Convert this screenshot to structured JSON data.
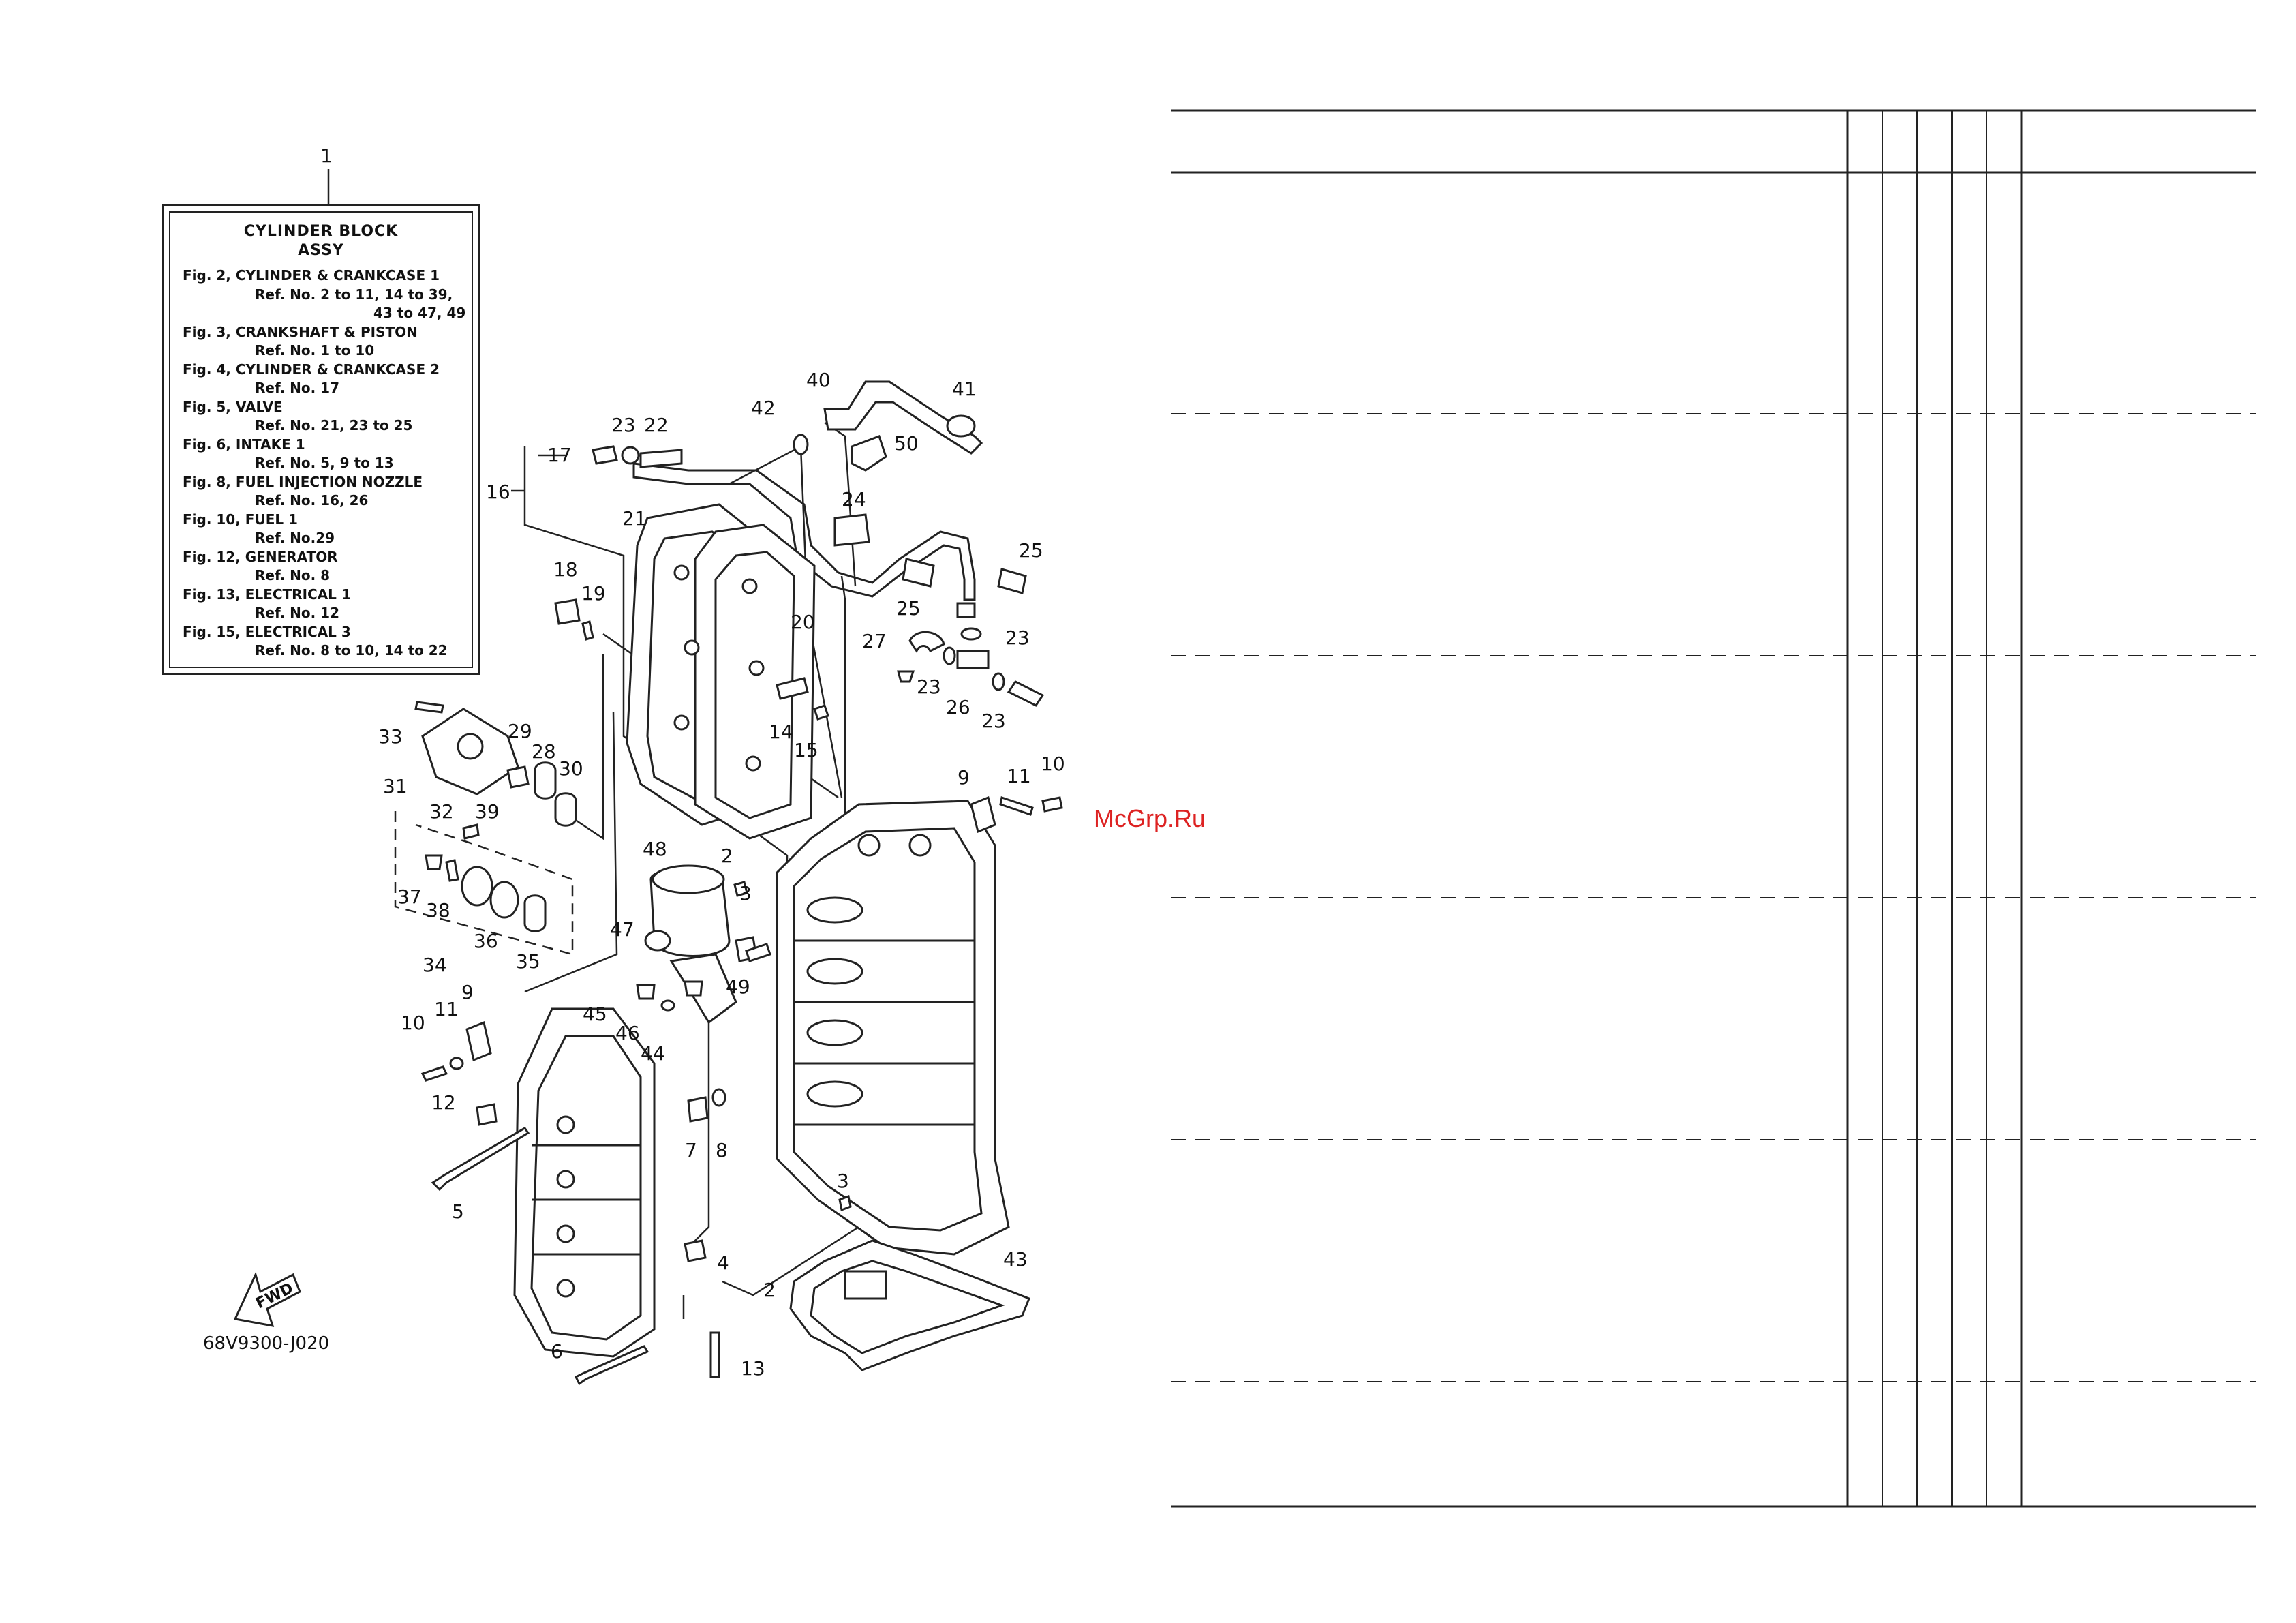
{
  "legend": {
    "ref_number": "1",
    "title_line1": "CYLINDER BLOCK",
    "title_line2": "ASSY",
    "lines": [
      {
        "text": "Fig. 2, CYLINDER & CRANKCASE 1",
        "indent": 0
      },
      {
        "text": "Ref. No. 2 to 11, 14 to 39,",
        "indent": 1
      },
      {
        "text": "43 to 47, 49",
        "indent": 2
      },
      {
        "text": "Fig. 3, CRANKSHAFT & PISTON",
        "indent": 0
      },
      {
        "text": "Ref. No. 1 to 10",
        "indent": 1
      },
      {
        "text": "Fig. 4, CYLINDER & CRANKCASE 2",
        "indent": 0
      },
      {
        "text": "Ref. No. 17",
        "indent": 1
      },
      {
        "text": "Fig. 5, VALVE",
        "indent": 0
      },
      {
        "text": "Ref. No. 21, 23 to 25",
        "indent": 1
      },
      {
        "text": "Fig. 6, INTAKE 1",
        "indent": 0
      },
      {
        "text": "Ref. No. 5, 9 to 13",
        "indent": 1
      },
      {
        "text": "Fig. 8, FUEL INJECTION NOZZLE",
        "indent": 0
      },
      {
        "text": "Ref. No. 16, 26",
        "indent": 1
      },
      {
        "text": "Fig. 10, FUEL 1",
        "indent": 0
      },
      {
        "text": "Ref. No.29",
        "indent": 1
      },
      {
        "text": "Fig. 12, GENERATOR",
        "indent": 0
      },
      {
        "text": "Ref. No. 8",
        "indent": 1
      },
      {
        "text": "Fig. 13, ELECTRICAL 1",
        "indent": 0
      },
      {
        "text": "Ref. No. 12",
        "indent": 1
      },
      {
        "text": "Fig. 15, ELECTRICAL 3",
        "indent": 0
      },
      {
        "text": "Ref. No. 8 to 10, 14 to 22",
        "indent": 1
      }
    ]
  },
  "drawing_code": "68V9300-J020",
  "fwd_label": "FWD",
  "watermark": "McGrp.Ru",
  "callouts": [
    {
      "label": "40"
    },
    {
      "label": "41"
    },
    {
      "label": "42"
    },
    {
      "label": "50"
    },
    {
      "label": "23"
    },
    {
      "label": "22"
    },
    {
      "label": "17"
    },
    {
      "label": "16"
    },
    {
      "label": "24"
    },
    {
      "label": "21"
    },
    {
      "label": "25"
    },
    {
      "label": "25"
    },
    {
      "label": "18"
    },
    {
      "label": "19"
    },
    {
      "label": "20"
    },
    {
      "label": "27"
    },
    {
      "label": "23"
    },
    {
      "label": "23"
    },
    {
      "label": "26"
    },
    {
      "label": "23"
    },
    {
      "label": "33"
    },
    {
      "label": "29"
    },
    {
      "label": "14"
    },
    {
      "label": "15"
    },
    {
      "label": "28"
    },
    {
      "label": "30"
    },
    {
      "label": "31"
    },
    {
      "label": "32"
    },
    {
      "label": "39"
    },
    {
      "label": "9"
    },
    {
      "label": "11"
    },
    {
      "label": "10"
    },
    {
      "label": "48"
    },
    {
      "label": "2"
    },
    {
      "label": "3"
    },
    {
      "label": "37"
    },
    {
      "label": "38"
    },
    {
      "label": "36"
    },
    {
      "label": "35"
    },
    {
      "label": "34"
    },
    {
      "label": "47"
    },
    {
      "label": "49"
    },
    {
      "label": "9"
    },
    {
      "label": "11"
    },
    {
      "label": "10"
    },
    {
      "label": "45"
    },
    {
      "label": "46"
    },
    {
      "label": "44"
    },
    {
      "label": "12"
    },
    {
      "label": "7"
    },
    {
      "label": "8"
    },
    {
      "label": "5"
    },
    {
      "label": "3"
    },
    {
      "label": "4"
    },
    {
      "label": "2"
    },
    {
      "label": "43"
    },
    {
      "label": "6"
    },
    {
      "label": "13"
    }
  ]
}
